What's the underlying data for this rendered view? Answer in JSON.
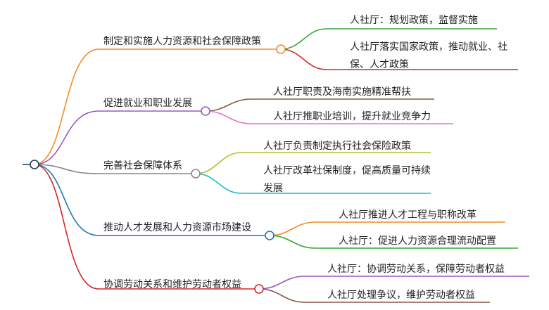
{
  "mindmap": {
    "root_label": "",
    "branches": [
      {
        "label": "制定和实施人力资源和社会保障政策",
        "color": "#f28c28",
        "children": [
          {
            "label": "人社厅：规划政策，监督实施",
            "color": "#3aa63a"
          },
          {
            "label": "人社厅落实国家政策，推动就业、社保、人才政策",
            "color": "#d62728"
          }
        ]
      },
      {
        "label": "促进就业和职业发展",
        "color": "#9b59c5",
        "children": [
          {
            "label": "人社厅职责及海南实施精准帮扶",
            "color": "#8c564b"
          },
          {
            "label": "人社厅推职业培训，提升就业竞争力",
            "color": "#e377c2"
          }
        ]
      },
      {
        "label": "完善社会保障体系",
        "color": "#888888",
        "children": [
          {
            "label": "人社厅负责制定执行社会保险政策",
            "color": "#b5bd2c"
          },
          {
            "label": "人社厅改革社保制度，促高质量可持续发展",
            "color": "#17becf"
          }
        ]
      },
      {
        "label": "推动人才发展和人力资源市场建设",
        "color": "#1f77b4",
        "children": [
          {
            "label": "人社厅推进人才工程与职称改革",
            "color": "#f28c28"
          },
          {
            "label": "人社厅：促进人力资源合理流动配置",
            "color": "#3aa63a"
          }
        ]
      },
      {
        "label": "协调劳动关系和维护劳动者权益",
        "color": "#d62728",
        "children": [
          {
            "label": "人社厅：协调劳动关系，保障劳动者权益",
            "color": "#9b59c5"
          },
          {
            "label": "人社厅处理争议，维护劳动者权益",
            "color": "#8c564b"
          }
        ]
      }
    ]
  }
}
